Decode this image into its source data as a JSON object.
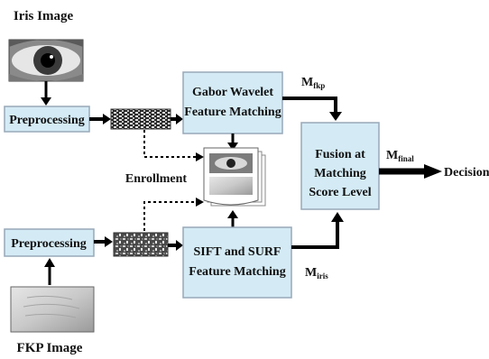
{
  "labels": {
    "iris_image": "Iris Image",
    "fkp_image": "FKP Image",
    "enrollment": "Enrollment",
    "decision": "Decision"
  },
  "boxes": {
    "preprocessing_top": "Preprocessing",
    "preprocessing_bottom": "Preprocessing",
    "gabor_line1": "Gabor Wavelet",
    "gabor_line2": "Feature Matching",
    "sift_line1": "SIFT and SURF",
    "sift_line2": "Feature Matching",
    "fusion_line1": "Fusion at",
    "fusion_line2": "Matching",
    "fusion_line3": "Score Level"
  },
  "scores": {
    "m_fkp": {
      "base": "M",
      "sub": "fkp"
    },
    "m_iris": {
      "base": "M",
      "sub": "iris"
    },
    "m_final": {
      "base": "M",
      "sub": "final"
    }
  },
  "colors": {
    "box_fill": "#d4ebf5",
    "box_stroke": "#98a8b8",
    "arrow": "#000000"
  }
}
